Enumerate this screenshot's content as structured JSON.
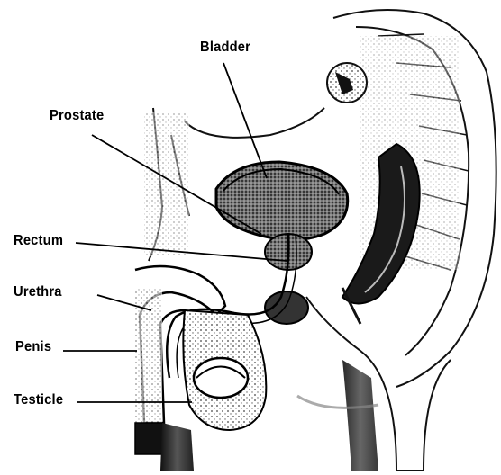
{
  "diagram": {
    "labels": {
      "bladder": "Bladder",
      "prostate": "Prostate",
      "rectum": "Rectum",
      "urethra": "Urethra",
      "penis": "Penis",
      "testicle": "Testicle"
    },
    "colors": {
      "ink": "#111111",
      "background": "#ffffff",
      "shade": "#555555"
    }
  }
}
